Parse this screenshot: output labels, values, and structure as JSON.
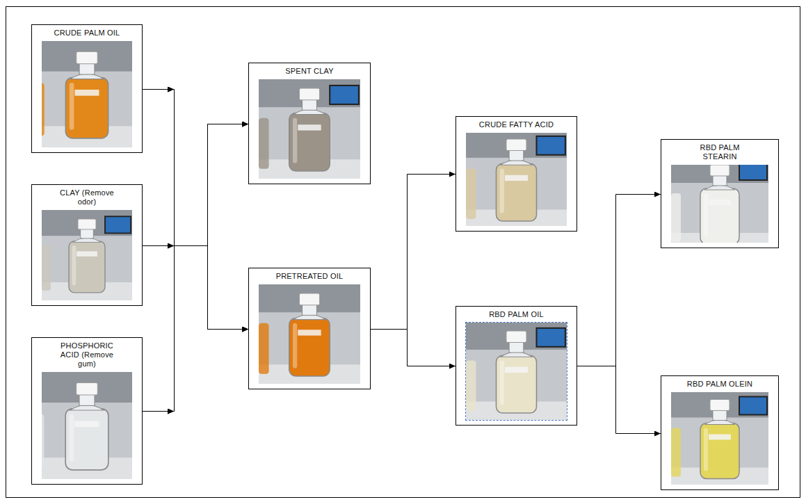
{
  "diagram": {
    "nodes": [
      {
        "text": [
          "CRUDE PALM OIL"
        ]
      },
      {
        "text": [
          "CLAY (Remove odor)"
        ]
      },
      {
        "text": [
          "PHOSPHORIC ACID (Remove gum)"
        ]
      },
      {
        "text": [
          "SPENT CLAY"
        ]
      },
      {
        "text": [
          "PRETREATED OIL"
        ]
      },
      {
        "text": [
          "CRUDE FATTY ACID"
        ]
      },
      {
        "text": [
          "RBD PALM OIL"
        ]
      },
      {
        "text": [
          "RBD PALM STEARIN"
        ]
      },
      {
        "text": [
          "RBD PALM OLEIN"
        ]
      }
    ],
    "edges": [
      {
        "from": 0,
        "to": 3,
        "arrow": "to"
      },
      {
        "from": 0,
        "to": 4,
        "arrow": "to"
      },
      {
        "from": 1,
        "to": 3,
        "arrow": "to"
      },
      {
        "from": 1,
        "to": 4,
        "arrow": "to"
      },
      {
        "from": 2,
        "to": 3,
        "arrow": "to"
      },
      {
        "from": 2,
        "to": 4,
        "arrow": "to"
      },
      {
        "from": 4,
        "to": 5,
        "arrow": "to"
      },
      {
        "from": 4,
        "to": 6,
        "arrow": "to"
      },
      {
        "from": 6,
        "to": 7,
        "arrow": "to"
      },
      {
        "from": 6,
        "to": 8,
        "arrow": "to"
      }
    ]
  }
}
